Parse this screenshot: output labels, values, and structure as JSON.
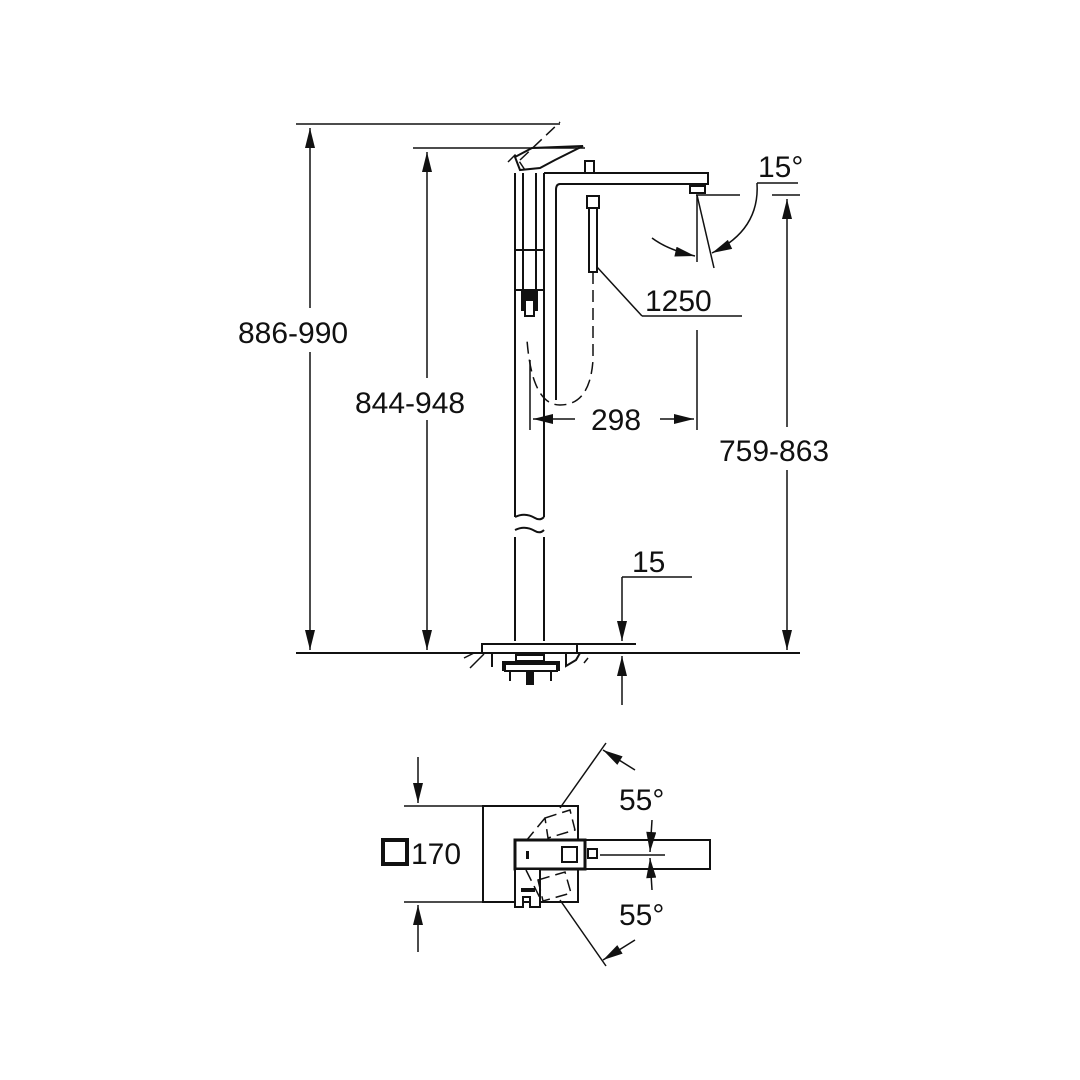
{
  "drawing": {
    "title": "Freestanding bath mixer technical drawing",
    "colors": {
      "line": "#111111",
      "background": "#ffffff"
    },
    "side_view": {
      "dimensions": {
        "total_height_lever_open": "886-990",
        "total_height_lever_closed": "844-948",
        "spout_height": "759-863",
        "spout_projection": "298",
        "hose_length": "1250",
        "spout_angle": "15°",
        "floor_plate_thickness": "15"
      }
    },
    "top_view": {
      "dimensions": {
        "base_size": "170",
        "base_size_symbol": "square",
        "rotation_upper": "55°",
        "rotation_lower": "55°"
      }
    }
  }
}
